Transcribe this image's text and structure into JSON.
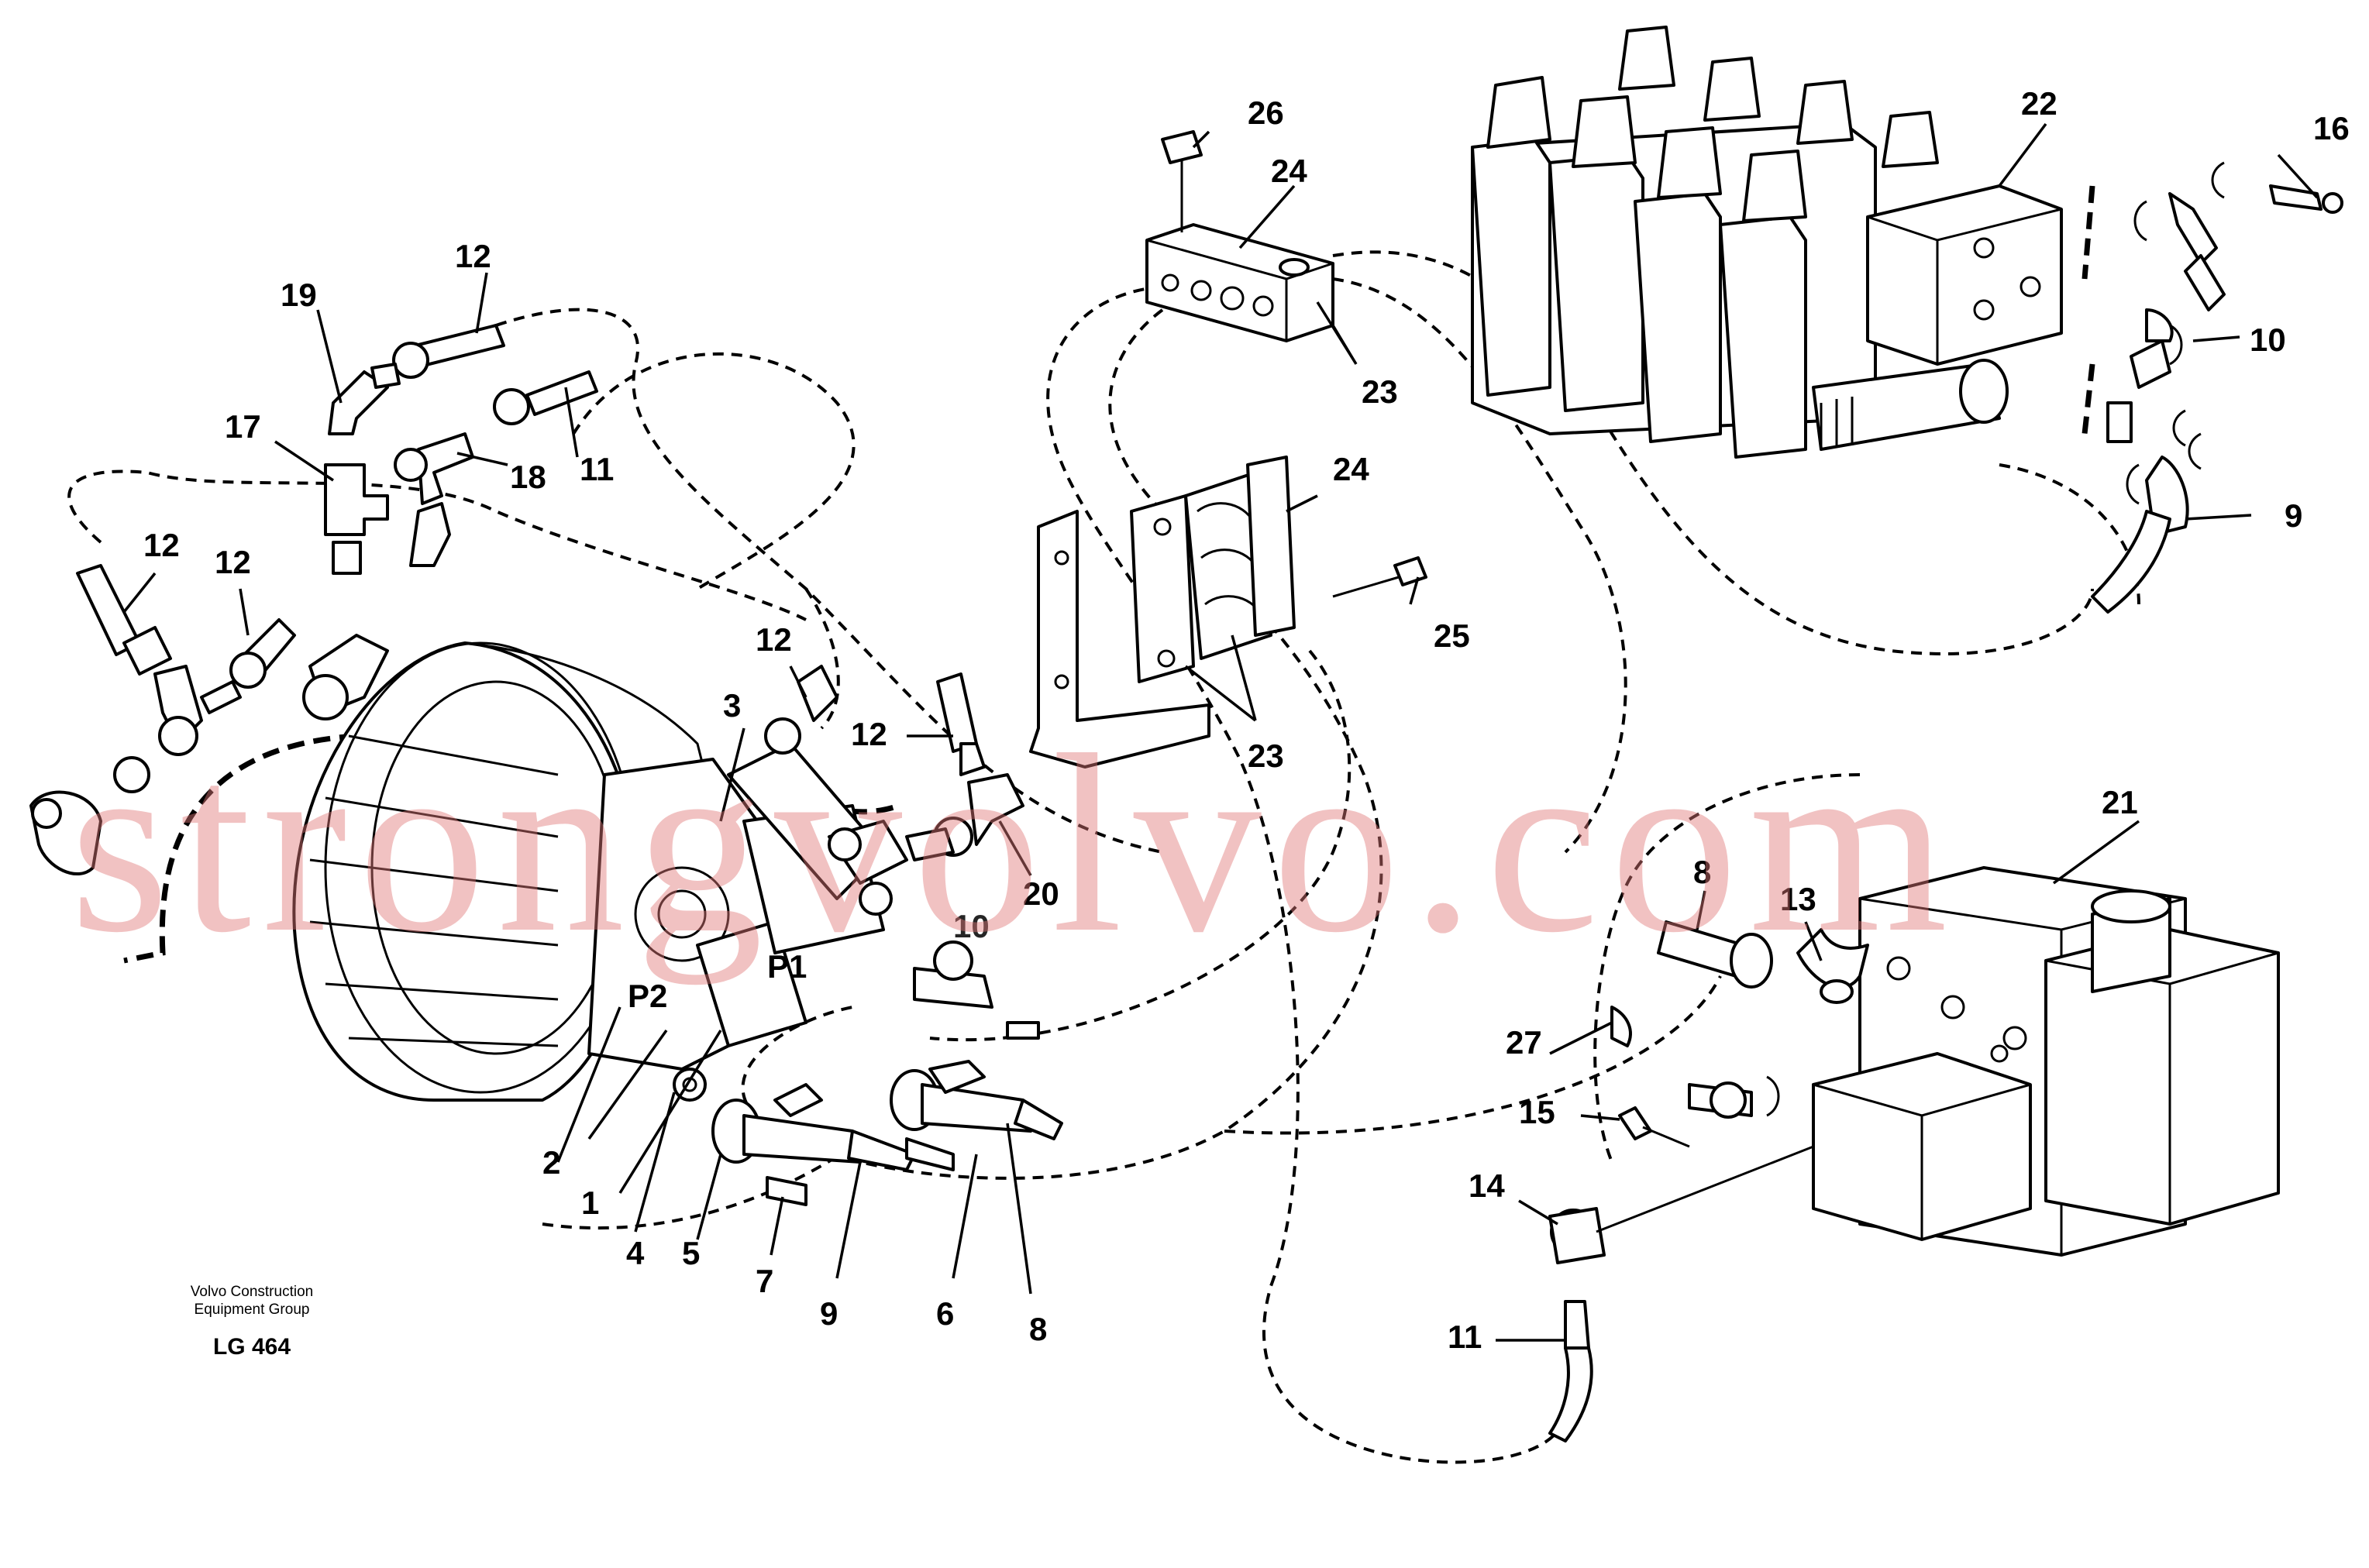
{
  "labels": {
    "l1": "1",
    "l2": "2",
    "l3": "3",
    "l4": "4",
    "l5": "5",
    "l6": "6",
    "l7": "7",
    "l8a": "8",
    "l8b": "8",
    "l9a": "9",
    "l9b": "9",
    "l10a": "10",
    "l10b": "10",
    "l11a": "11",
    "l11b": "11",
    "l12a": "12",
    "l12b": "12",
    "l12c": "12",
    "l12d": "12",
    "l12e": "12",
    "l13": "13",
    "l14": "14",
    "l15": "15",
    "l16": "16",
    "l17": "17",
    "l18": "18",
    "l19": "19",
    "l20": "20",
    "l21": "21",
    "l22": "22",
    "l23a": "23",
    "l23b": "23",
    "l24a": "24",
    "l24b": "24",
    "l25": "25",
    "l26": "26",
    "l27": "27"
  },
  "pump_marks": {
    "p1": "P1",
    "p2": "P2"
  },
  "caption": {
    "line1": "Volvo Construction",
    "line2": "Equipment Group",
    "code": "LG 464"
  },
  "watermark": "strongvolvo.com"
}
